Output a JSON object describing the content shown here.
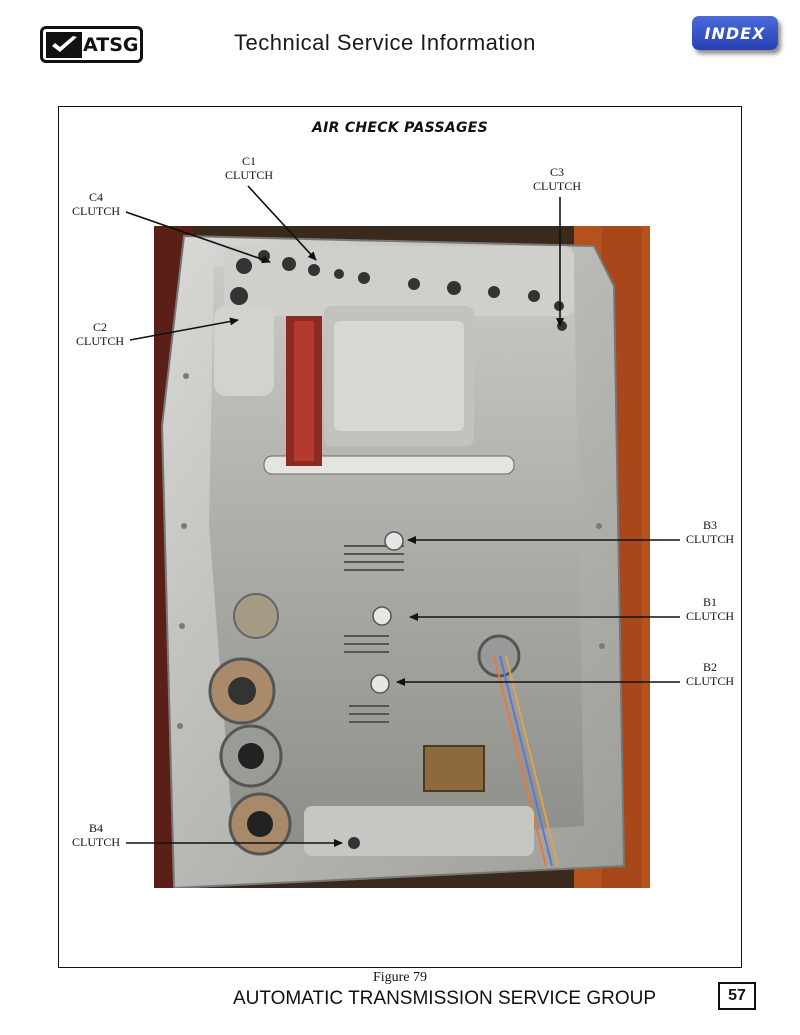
{
  "header": {
    "logo_text": "ATSG",
    "title": "Technical Service Information",
    "index_label": "INDEX"
  },
  "figure": {
    "heading": "AIR CHECK PASSAGES",
    "caption": "Figure 79",
    "callouts": [
      {
        "id": "c1",
        "line1": "C1",
        "line2": "CLUTCH"
      },
      {
        "id": "c3",
        "line1": "C3",
        "line2": "CLUTCH"
      },
      {
        "id": "c4",
        "line1": "C4",
        "line2": "CLUTCH"
      },
      {
        "id": "c2",
        "line1": "C2",
        "line2": "CLUTCH"
      },
      {
        "id": "b3",
        "line1": "B3",
        "line2": "CLUTCH"
      },
      {
        "id": "b1",
        "line1": "B1",
        "line2": "CLUTCH"
      },
      {
        "id": "b2",
        "line1": "B2",
        "line2": "CLUTCH"
      },
      {
        "id": "b4",
        "line1": "B4",
        "line2": "CLUTCH"
      }
    ]
  },
  "footer": {
    "organization": "AUTOMATIC TRANSMISSION SERVICE GROUP",
    "page_number": "57"
  },
  "colors": {
    "index_button": "#2f4bc6",
    "frame": "#111111"
  }
}
